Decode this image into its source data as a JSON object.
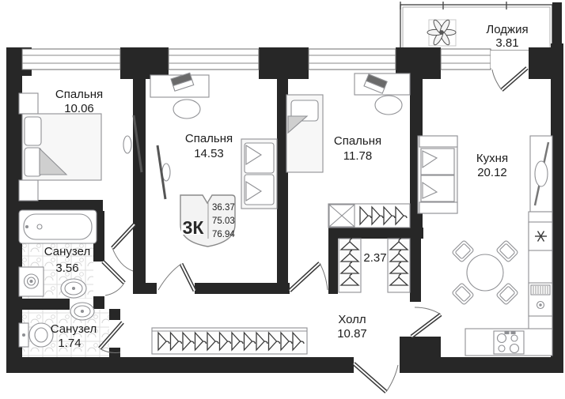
{
  "plan": {
    "rooms": [
      {
        "name": "Спальня",
        "area": "10.06"
      },
      {
        "name": "Спальня",
        "area": "14.53"
      },
      {
        "name": "Спальня",
        "area": "11.78"
      },
      {
        "name": "Кухня",
        "area": "20.12"
      },
      {
        "name": "Лоджия",
        "area": "3.81"
      },
      {
        "name": "Санузел",
        "area": "3.56"
      },
      {
        "name": "Санузел",
        "area": "1.74"
      },
      {
        "name": "Холл",
        "area": "10.87"
      },
      {
        "area": "2.37"
      }
    ],
    "badge": {
      "type": "3К",
      "areas": [
        "36.37",
        "75.03",
        "76.94"
      ]
    },
    "colors": {
      "wall": "#272727",
      "furniture_line": "#8f9094",
      "text": "#1c1c1c",
      "tile_line": "#d9d9d9",
      "floor": "#ffffff"
    }
  }
}
